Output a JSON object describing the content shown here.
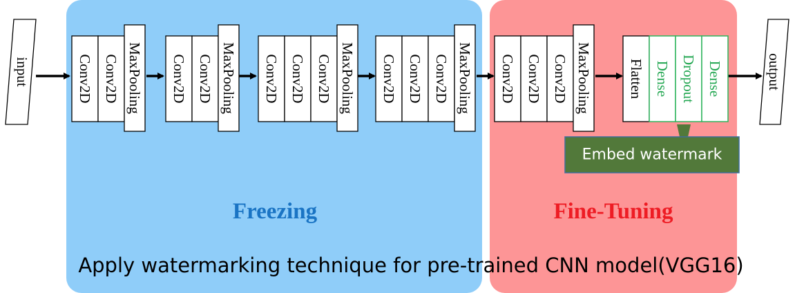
{
  "diagram": {
    "input_label": "input",
    "output_label": "output",
    "blocks": [
      {
        "layers": [
          "Conv2D",
          "Conv2D",
          "MaxPooling"
        ]
      },
      {
        "layers": [
          "Conv2D",
          "Conv2D",
          "MaxPooling"
        ]
      },
      {
        "layers": [
          "Conv2D",
          "Conv2D",
          "Conv2D",
          "MaxPooling"
        ]
      },
      {
        "layers": [
          "Conv2D",
          "Conv2D",
          "Conv2D",
          "MaxPooling"
        ]
      },
      {
        "layers": [
          "Conv2D",
          "Conv2D",
          "Conv2D",
          "MaxPooling"
        ]
      }
    ],
    "head": {
      "flatten_label": "Flatten",
      "watermark_layers": [
        "Dense",
        "Dropout",
        "Dense"
      ]
    },
    "regions": {
      "freezing_label": "Freezing",
      "fine_tuning_label": "Fine-Tuning"
    },
    "callout_label": "Embed watermark",
    "caption": "Apply watermarking technique for pre-trained CNN model(VGG16)"
  },
  "colors": {
    "freezing_bg": "#8fcdf9",
    "freezing_text": "#1a74c4",
    "fine_tuning_bg": "#fd9596",
    "fine_tuning_text": "#ee1c24",
    "watermark_layer_text": "#21a650",
    "watermark_layer_border": "#2db45c",
    "callout_bg": "#52793a",
    "callout_border": "#3f6e9c"
  }
}
